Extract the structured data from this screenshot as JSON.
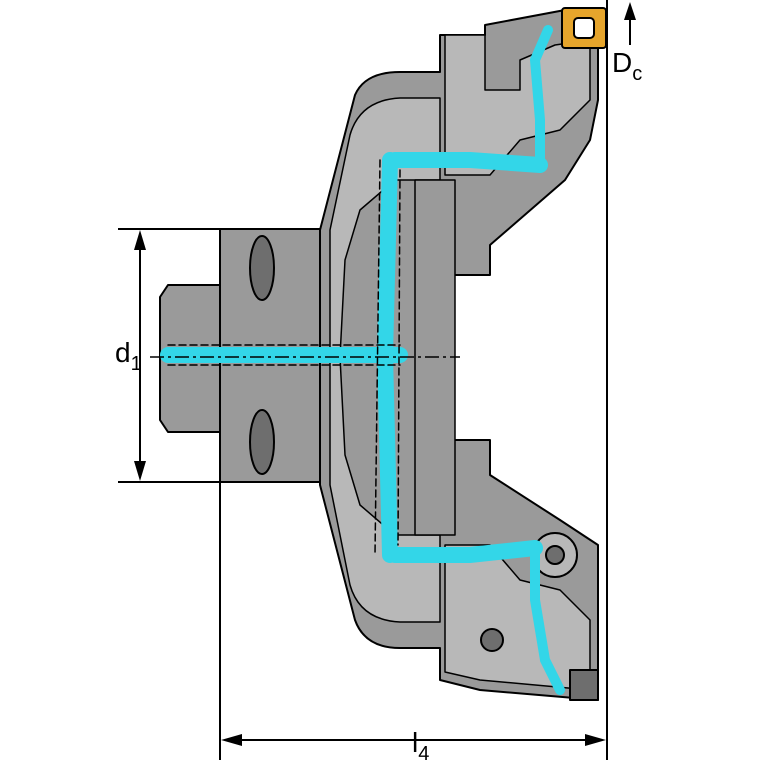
{
  "dimensions": {
    "d1": {
      "main": "d",
      "sub": "1"
    },
    "Dc": {
      "main": "D",
      "sub": "c"
    },
    "l4": {
      "main": "l",
      "sub": "4"
    }
  },
  "colors": {
    "body": "#9a9a9a",
    "body_light": "#b8b8b8",
    "body_dark": "#6e6e6e",
    "outline": "#000000",
    "coolant": "#33d6e8",
    "insert": "#e6a52c"
  }
}
